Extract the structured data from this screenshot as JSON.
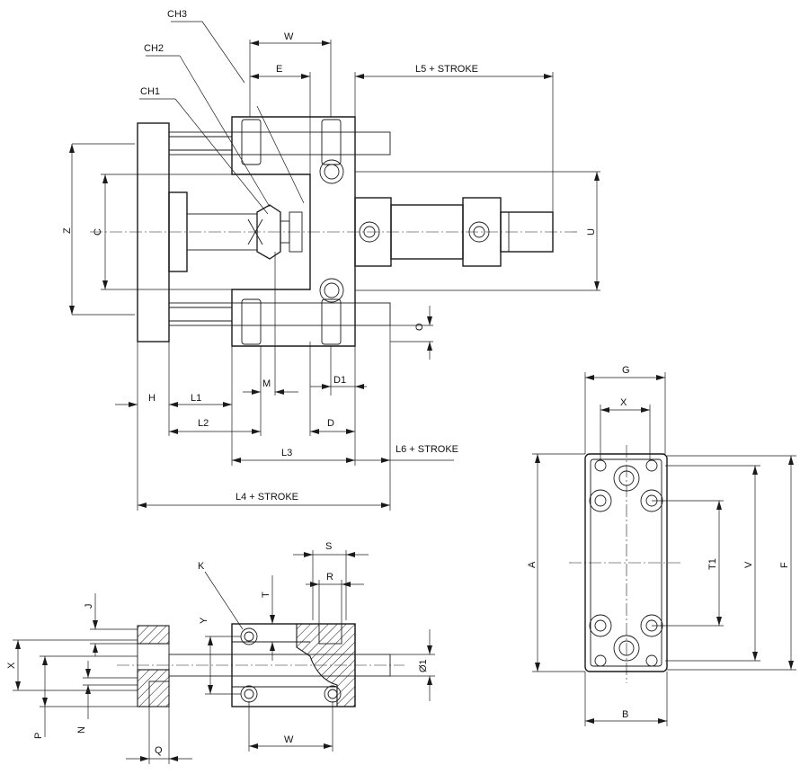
{
  "labels": {
    "ch3": "CH3",
    "ch2": "CH2",
    "ch1": "CH1",
    "w_top": "W",
    "e": "E",
    "l5": "L5 + STROKE",
    "z": "Z",
    "c": "C",
    "u": "U",
    "o": "O",
    "m": "M",
    "d1": "D1",
    "h": "H",
    "l1": "L1",
    "l2": "L2",
    "d": "D",
    "l3": "L3",
    "l6": "L6 + STROKE",
    "l4": "L4 + STROKE",
    "g": "G",
    "x_right": "X",
    "a": "A",
    "t1": "T1",
    "v": "V",
    "f": "F",
    "b": "B",
    "s": "S",
    "r": "R",
    "k": "K",
    "t": "T",
    "y": "Y",
    "j": "J",
    "x_left": "X",
    "p": "P",
    "n": "N",
    "q": "Q",
    "w_bottom": "W",
    "o1": "Ø1"
  }
}
